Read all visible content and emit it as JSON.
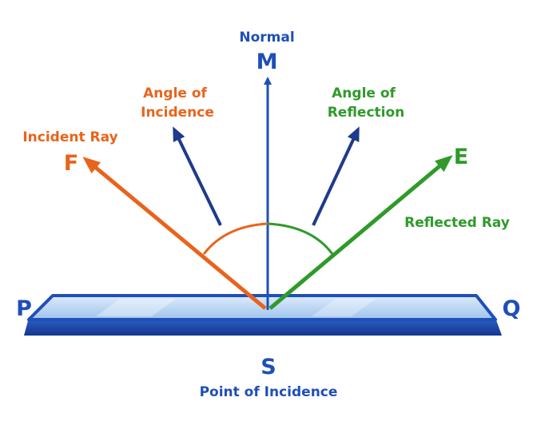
{
  "colors": {
    "blue": "#1f4fb8",
    "navy": "#1e3a8a",
    "orange": "#e8641c",
    "green": "#2f9a2a",
    "mirror": "#aecdf0"
  },
  "labels": {
    "normal": "Normal",
    "m": "M",
    "angle_incidence": [
      "Angle of",
      "Incidence"
    ],
    "angle_reflection": [
      "Angle of",
      "Reflection"
    ],
    "incident_ray": "Incident Ray",
    "f": "F",
    "e": "E",
    "reflected_ray": "Reflected Ray",
    "p": "P",
    "q": "Q",
    "s": "S",
    "point_of_incidence": "Point of Incidence"
  }
}
